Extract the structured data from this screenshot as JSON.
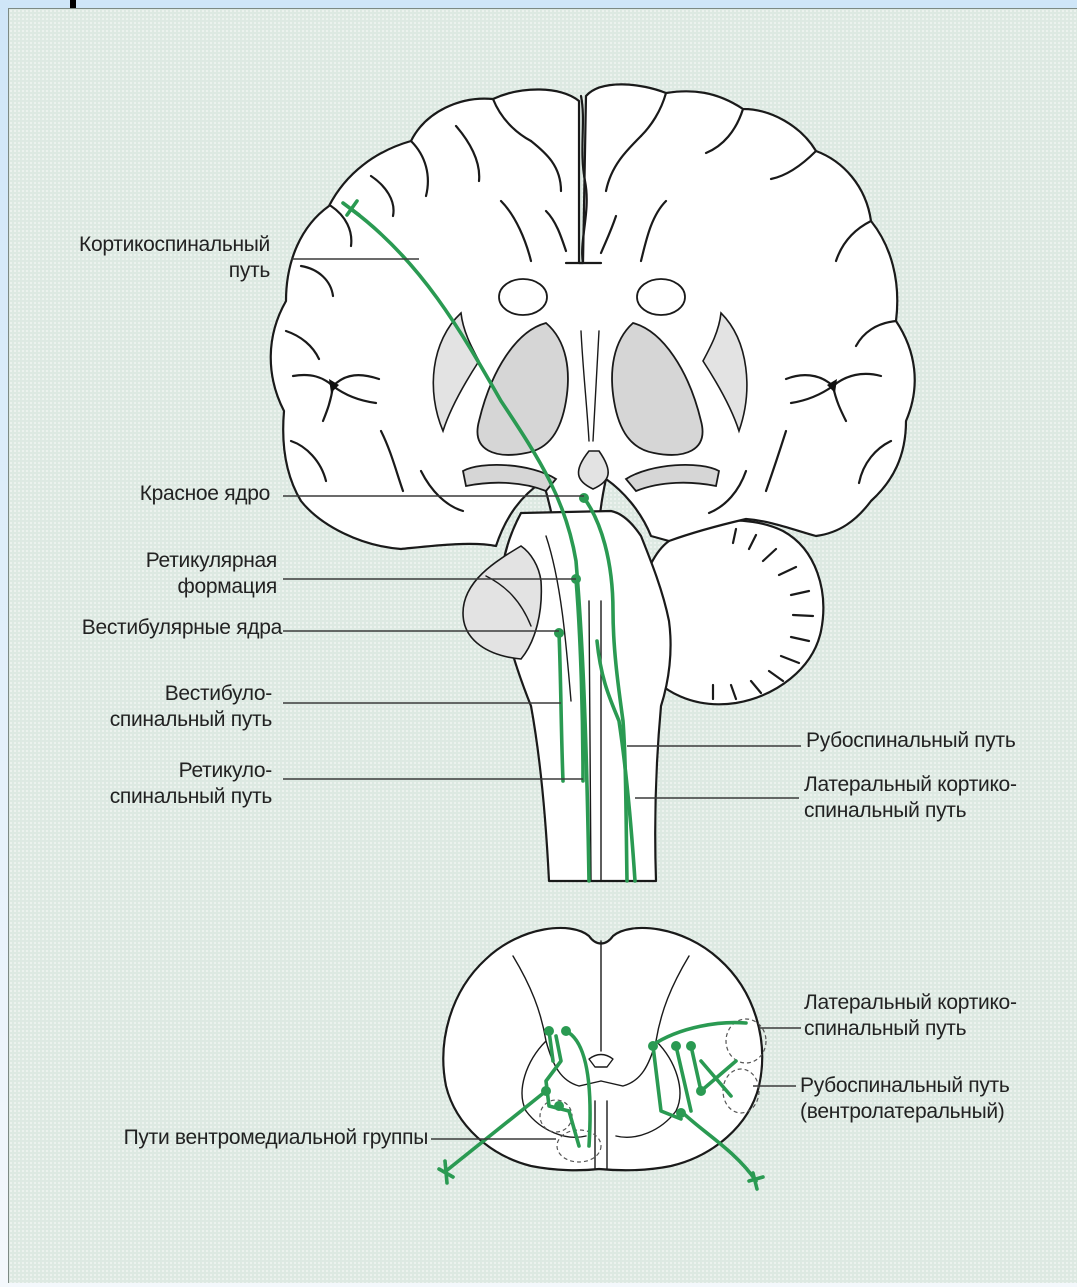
{
  "labels": {
    "corticospinal": [
      "Кортикоспинальный",
      "путь"
    ],
    "red_nucleus": "Красное ядро",
    "reticular_formation": [
      "Ретикулярная",
      "формация"
    ],
    "vestibular_nuclei": "Вестибулярные ядра",
    "vestibulospinal": [
      "Вестибуло-",
      "спинальный путь"
    ],
    "reticulospinal": [
      "Ретикуло-",
      "спинальный путь"
    ],
    "rubrospinal": "Рубоспинальный путь",
    "lateral_corticospinal": [
      "Латеральный кортико-",
      "спинальный путь"
    ],
    "cord_lateral_corticospinal": [
      "Латеральный кортико-",
      "спинальный путь"
    ],
    "cord_rubrospinal": [
      "Рубоспинальный путь",
      "(вентролатеральный)"
    ],
    "ventromedial": "Пути вентромедиальной группы"
  },
  "colors": {
    "tract": "#2a9a52",
    "background": "#dde9e2",
    "outline": "#1a1a1a",
    "gray_matter": "#d6d6d6"
  }
}
